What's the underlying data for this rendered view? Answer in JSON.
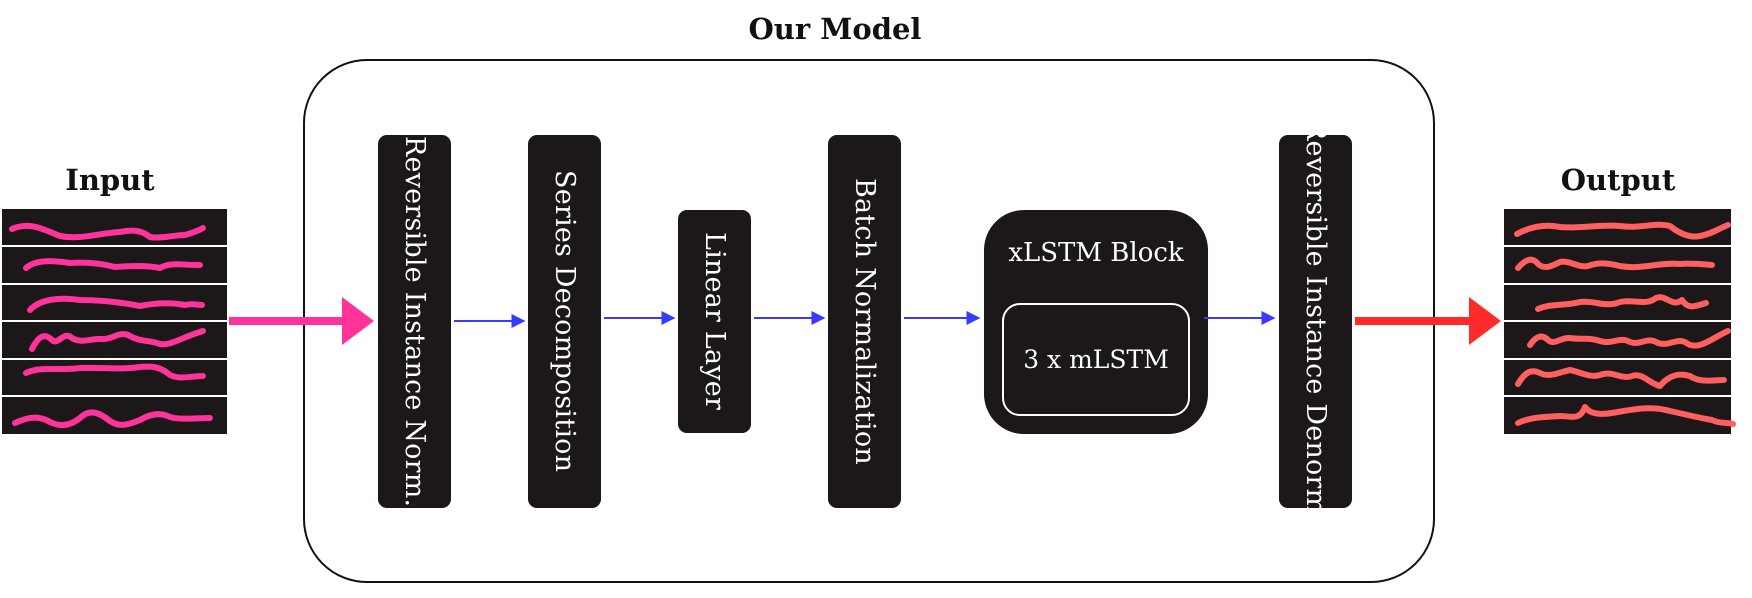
{
  "labels": {
    "model_title": "Our Model",
    "input_title": "Input",
    "output_title": "Output"
  },
  "blocks": [
    {
      "label": "Reversible Instance Norm."
    },
    {
      "label": "Series Decomposition"
    },
    {
      "label": "Linear Layer"
    },
    {
      "label": "Batch Normalization"
    },
    {
      "label": "Reversible Instance Denorm."
    }
  ],
  "xlstm": {
    "title": "xLSTM Block",
    "inner_label": "3 x mLSTM"
  },
  "colors": {
    "input_series": "#ff3399",
    "output_series": "#ff5f5f",
    "input_arrow": "#ff3399",
    "output_arrow": "#ff2b2b",
    "flow_arrow": "#3a3aff",
    "block_fill": "#1c1719"
  }
}
